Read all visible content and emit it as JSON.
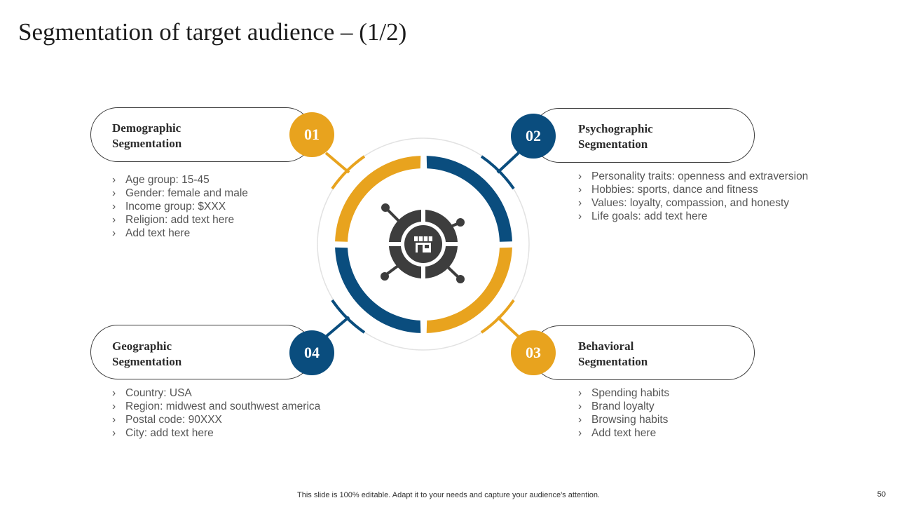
{
  "slide": {
    "title": "Segmentation of target audience – (1/2)",
    "footer": "This slide is 100% editable. Adapt it to your needs and capture your audience's attention.",
    "page_number": "50"
  },
  "segments": [
    {
      "number": "01",
      "title_line1": "Demographic",
      "title_line2": "Segmentation",
      "color": "#E8A31E",
      "bullets": [
        "Age group: 15-45",
        "Gender: female and male",
        "Income group: $XXX",
        "Religion: add text here",
        "Add text here"
      ]
    },
    {
      "number": "02",
      "title_line1": "Psychographic",
      "title_line2": "Segmentation",
      "color": "#0A4D7E",
      "bullets": [
        "Personality traits: openness and extraversion",
        "Hobbies: sports, dance and fitness",
        "Values: loyalty, compassion, and honesty",
        "Life goals: add text here"
      ]
    },
    {
      "number": "03",
      "title_line1": "Behavioral",
      "title_line2": "Segmentation",
      "color": "#E8A31E",
      "bullets": [
        "Spending habits",
        "Brand loyalty",
        "Browsing habits",
        "Add text here"
      ]
    },
    {
      "number": "04",
      "title_line1": "Geographic",
      "title_line2": "Segmentation",
      "color": "#0A4D7E",
      "bullets": [
        "Country: USA",
        "Region: midwest and southwest america",
        "Postal code: 90XXX",
        "City: add text here"
      ]
    }
  ],
  "icons": {
    "center": "store-network-icon",
    "bullet": "chevron-right-icon"
  }
}
